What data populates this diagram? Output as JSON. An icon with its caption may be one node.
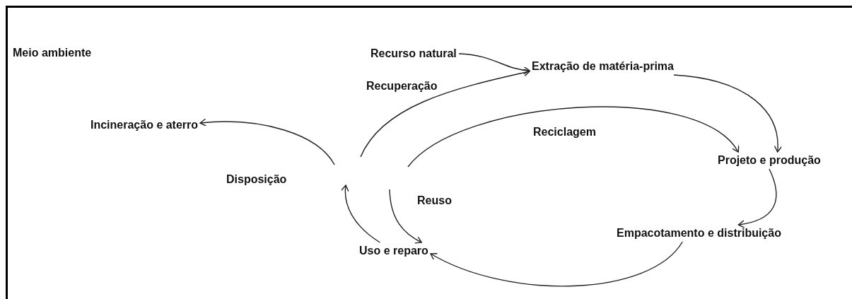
{
  "diagram": {
    "nodes": [
      {
        "text": [
          "Recurso natural"
        ]
      },
      {
        "text": [
          "Extração de matéria-prima"
        ]
      },
      {
        "text": [
          "Projeto e produção"
        ]
      },
      {
        "text": [
          "Empacotamento e distribuição"
        ]
      },
      {
        "text": [
          "Uso e reparo"
        ]
      },
      {
        "text": [
          "Incineração e aterro"
        ]
      }
    ],
    "edges": [
      {
        "from": 0,
        "to": 1,
        "arrow": "to"
      },
      {
        "from": 1,
        "to": 2,
        "arrow": "to"
      },
      {
        "from": 2,
        "to": 3,
        "arrow": "to"
      },
      {
        "from": 3,
        "to": 4,
        "arrow": "to"
      },
      {
        "from": 4,
        "to": null,
        "arrow": "to"
      },
      {
        "from": null,
        "to": 5,
        "arrow": "to",
        "label": "Disposição"
      },
      {
        "from": null,
        "to": 1,
        "arrow": "to",
        "label": "Recuperação"
      },
      {
        "from": null,
        "to": 2,
        "arrow": "to",
        "label": "Reciclagem"
      },
      {
        "from": null,
        "to": 4,
        "arrow": "to",
        "label": "Reuso"
      }
    ],
    "labels": [
      "Meio ambiente"
    ]
  }
}
